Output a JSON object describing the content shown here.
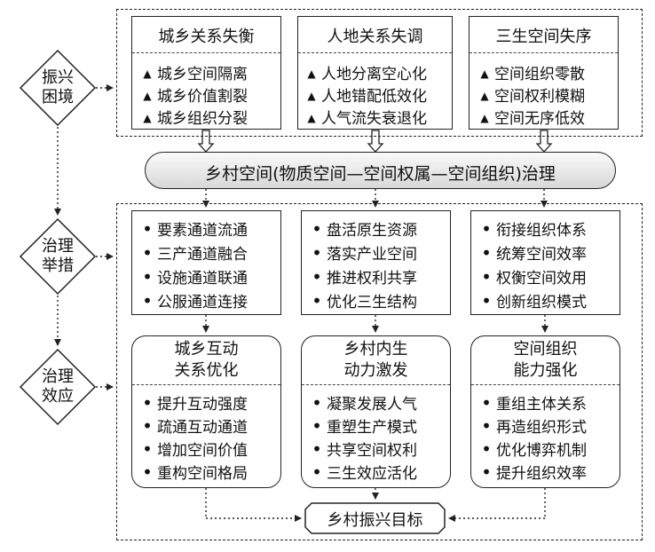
{
  "diamonds": {
    "dilemma": "振兴\n困境",
    "measures": "治理\n举措",
    "effects": "治理\n效应"
  },
  "problems": [
    {
      "title": "城乡关系失衡",
      "items": [
        "城乡空间隔离",
        "城乡价值割裂",
        "城乡组织分裂"
      ]
    },
    {
      "title": "人地关系失调",
      "items": [
        "人地分离空心化",
        "人地错配低效化",
        "人气流失衰退化"
      ]
    },
    {
      "title": "三生空间失序",
      "items": [
        "空间组织零散",
        "空间权利模糊",
        "空间无序低效"
      ]
    }
  ],
  "governance_banner": "乡村空间(物质空间—空间权属—空间组织)治理",
  "measures": [
    [
      "要素通道流通",
      "三产通道融合",
      "设施通道联通",
      "公服通道连接"
    ],
    [
      "盘活原生资源",
      "落实产业空间",
      "推进权利共享",
      "优化三生结构"
    ],
    [
      "衔接组织体系",
      "统筹空间效率",
      "权衡空间效用",
      "创新组织模式"
    ]
  ],
  "effects": [
    {
      "title": [
        "城乡互动",
        "关系优化"
      ],
      "items": [
        "提升互动强度",
        "疏通互动通道",
        "增加空间价值",
        "重构空间格局"
      ]
    },
    {
      "title": [
        "乡村内生",
        "动力激发"
      ],
      "items": [
        "凝聚发展人气",
        "重塑生产模式",
        "共享空间权利",
        "三生效应活化"
      ]
    },
    {
      "title": [
        "空间组织",
        "能力强化"
      ],
      "items": [
        "重组主体关系",
        "再造组织形式",
        "优化博弈机制",
        "提升组织效率"
      ]
    }
  ],
  "goal": "乡村振兴目标"
}
